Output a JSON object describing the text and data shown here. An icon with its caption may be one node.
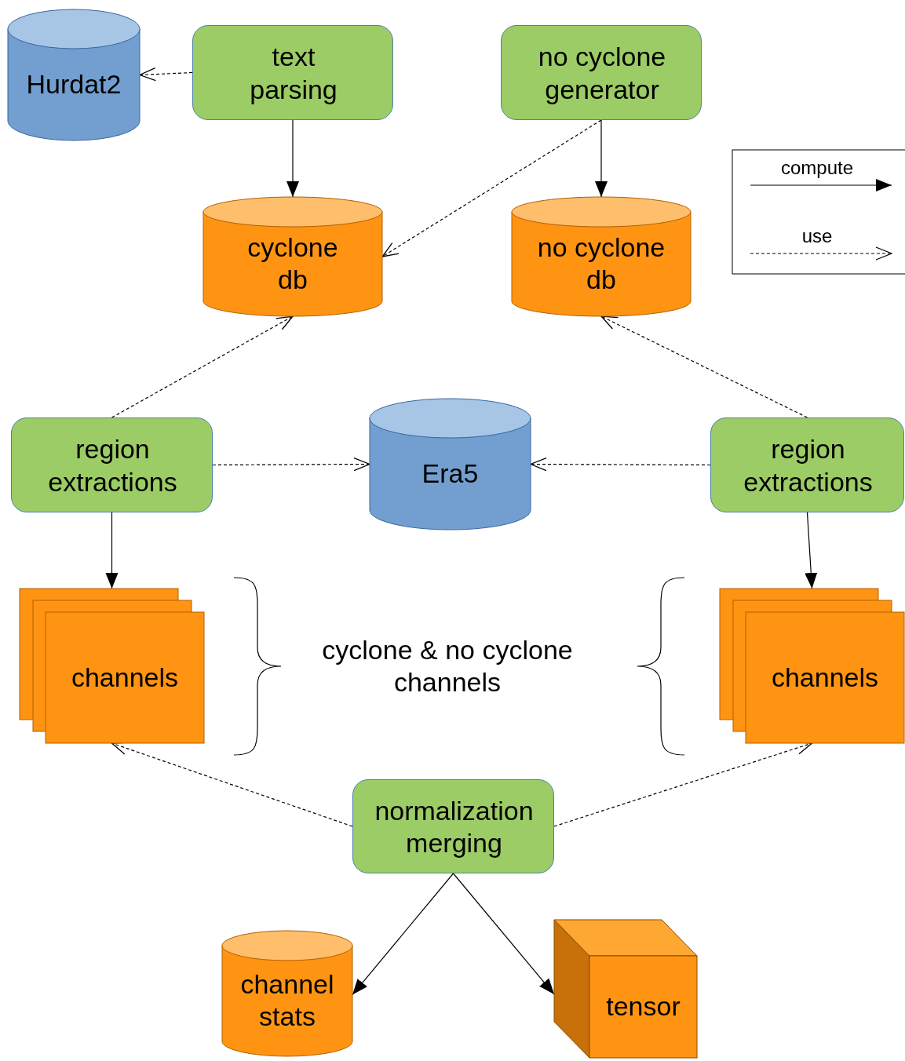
{
  "diagram": {
    "nodes": [
      {
        "text": [
          "Hurdat2"
        ]
      },
      {
        "text": [
          "text parsing"
        ]
      },
      {
        "text": [
          "no cyclone generator"
        ]
      },
      {
        "text": [
          "cyclone db"
        ]
      },
      {
        "text": [
          "no cyclone db"
        ]
      },
      {
        "text": [
          "region extractions"
        ]
      },
      {
        "text": [
          "Era5"
        ]
      },
      {
        "text": [
          "region extractions"
        ]
      },
      {
        "text": [
          "channels"
        ]
      },
      {
        "text": [
          "channels"
        ]
      },
      {
        "text": [
          "normalization merging"
        ]
      },
      {
        "text": [
          "channel stats"
        ]
      },
      {
        "text": [
          "tensor"
        ]
      }
    ],
    "edges": [
      {
        "from": 1,
        "to": 0,
        "arrow": "to",
        "style": "dashed"
      },
      {
        "from": 1,
        "to": 3,
        "arrow": "to"
      },
      {
        "from": 2,
        "to": 4,
        "arrow": "to"
      },
      {
        "from": 2,
        "to": 3,
        "arrow": "to",
        "style": "dashed"
      },
      {
        "from": 5,
        "to": 3,
        "arrow": "to",
        "style": "dashed"
      },
      {
        "from": 7,
        "to": 4,
        "arrow": "to",
        "style": "dashed"
      },
      {
        "from": 5,
        "to": 6,
        "arrow": "to",
        "style": "dashed"
      },
      {
        "from": 7,
        "to": 6,
        "arrow": "to",
        "style": "dashed"
      },
      {
        "from": 5,
        "to": 8,
        "arrow": "to"
      },
      {
        "from": 7,
        "to": 9,
        "arrow": "to"
      },
      {
        "from": 10,
        "to": 8,
        "arrow": "to",
        "style": "dashed"
      },
      {
        "from": 10,
        "to": 9,
        "arrow": "to",
        "style": "dashed"
      },
      {
        "from": 10,
        "to": 11,
        "arrow": "to"
      },
      {
        "from": 10,
        "to": 12,
        "arrow": "to"
      }
    ],
    "labels": [
      "cyclone & no cyclone channels"
    ],
    "legend": [
      {
        "text": "compute"
      },
      {
        "text": "use"
      }
    ]
  }
}
